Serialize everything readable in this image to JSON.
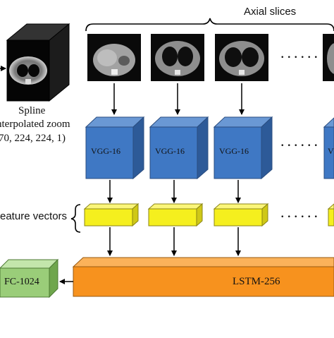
{
  "header": {
    "axial_slices": "Axial slices"
  },
  "input_volume": {
    "line1": "Spline",
    "line2": "nterpolated zoom",
    "line3": "(70, 224, 224, 1)"
  },
  "vgg": {
    "label": "VGG-16",
    "partial_label": "V"
  },
  "features": {
    "label": "eature vectors"
  },
  "lstm": {
    "label": "LSTM-256"
  },
  "fc": {
    "label": "FC-1024"
  },
  "ellipsis": "......",
  "colors": {
    "vgg_blue": "#3f78c4",
    "feature_yellow": "#f5ef1e",
    "lstm_orange": "#f7921e",
    "fc_green": "#9acd79",
    "ct_black": "#0a0a0a"
  }
}
